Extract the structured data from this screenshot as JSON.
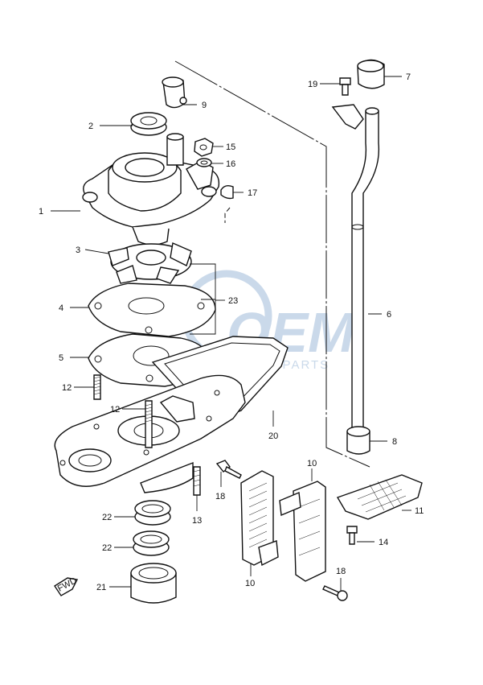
{
  "watermark": {
    "brand": "OEM",
    "subtitle": "MOTORPARTS",
    "color": "#b9cde3"
  },
  "direction_mark": "FWD",
  "callouts": [
    {
      "id": "c1",
      "number": "1"
    },
    {
      "id": "c2",
      "number": "2"
    },
    {
      "id": "c3",
      "number": "3"
    },
    {
      "id": "c4",
      "number": "4"
    },
    {
      "id": "c5",
      "number": "5"
    },
    {
      "id": "c6",
      "number": "6"
    },
    {
      "id": "c7",
      "number": "7"
    },
    {
      "id": "c8",
      "number": "8"
    },
    {
      "id": "c9",
      "number": "9"
    },
    {
      "id": "c10a",
      "number": "10"
    },
    {
      "id": "c10b",
      "number": "10"
    },
    {
      "id": "c11",
      "number": "11"
    },
    {
      "id": "c12a",
      "number": "12"
    },
    {
      "id": "c12b",
      "number": "12"
    },
    {
      "id": "c13",
      "number": "13"
    },
    {
      "id": "c14",
      "number": "14"
    },
    {
      "id": "c15",
      "number": "15"
    },
    {
      "id": "c16",
      "number": "16"
    },
    {
      "id": "c17",
      "number": "17"
    },
    {
      "id": "c18a",
      "number": "18"
    },
    {
      "id": "c18b",
      "number": "18"
    },
    {
      "id": "c19",
      "number": "19"
    },
    {
      "id": "c20",
      "number": "20"
    },
    {
      "id": "c21",
      "number": "21"
    },
    {
      "id": "c22a",
      "number": "22"
    },
    {
      "id": "c22b",
      "number": "22"
    },
    {
      "id": "c23",
      "number": "23"
    }
  ]
}
